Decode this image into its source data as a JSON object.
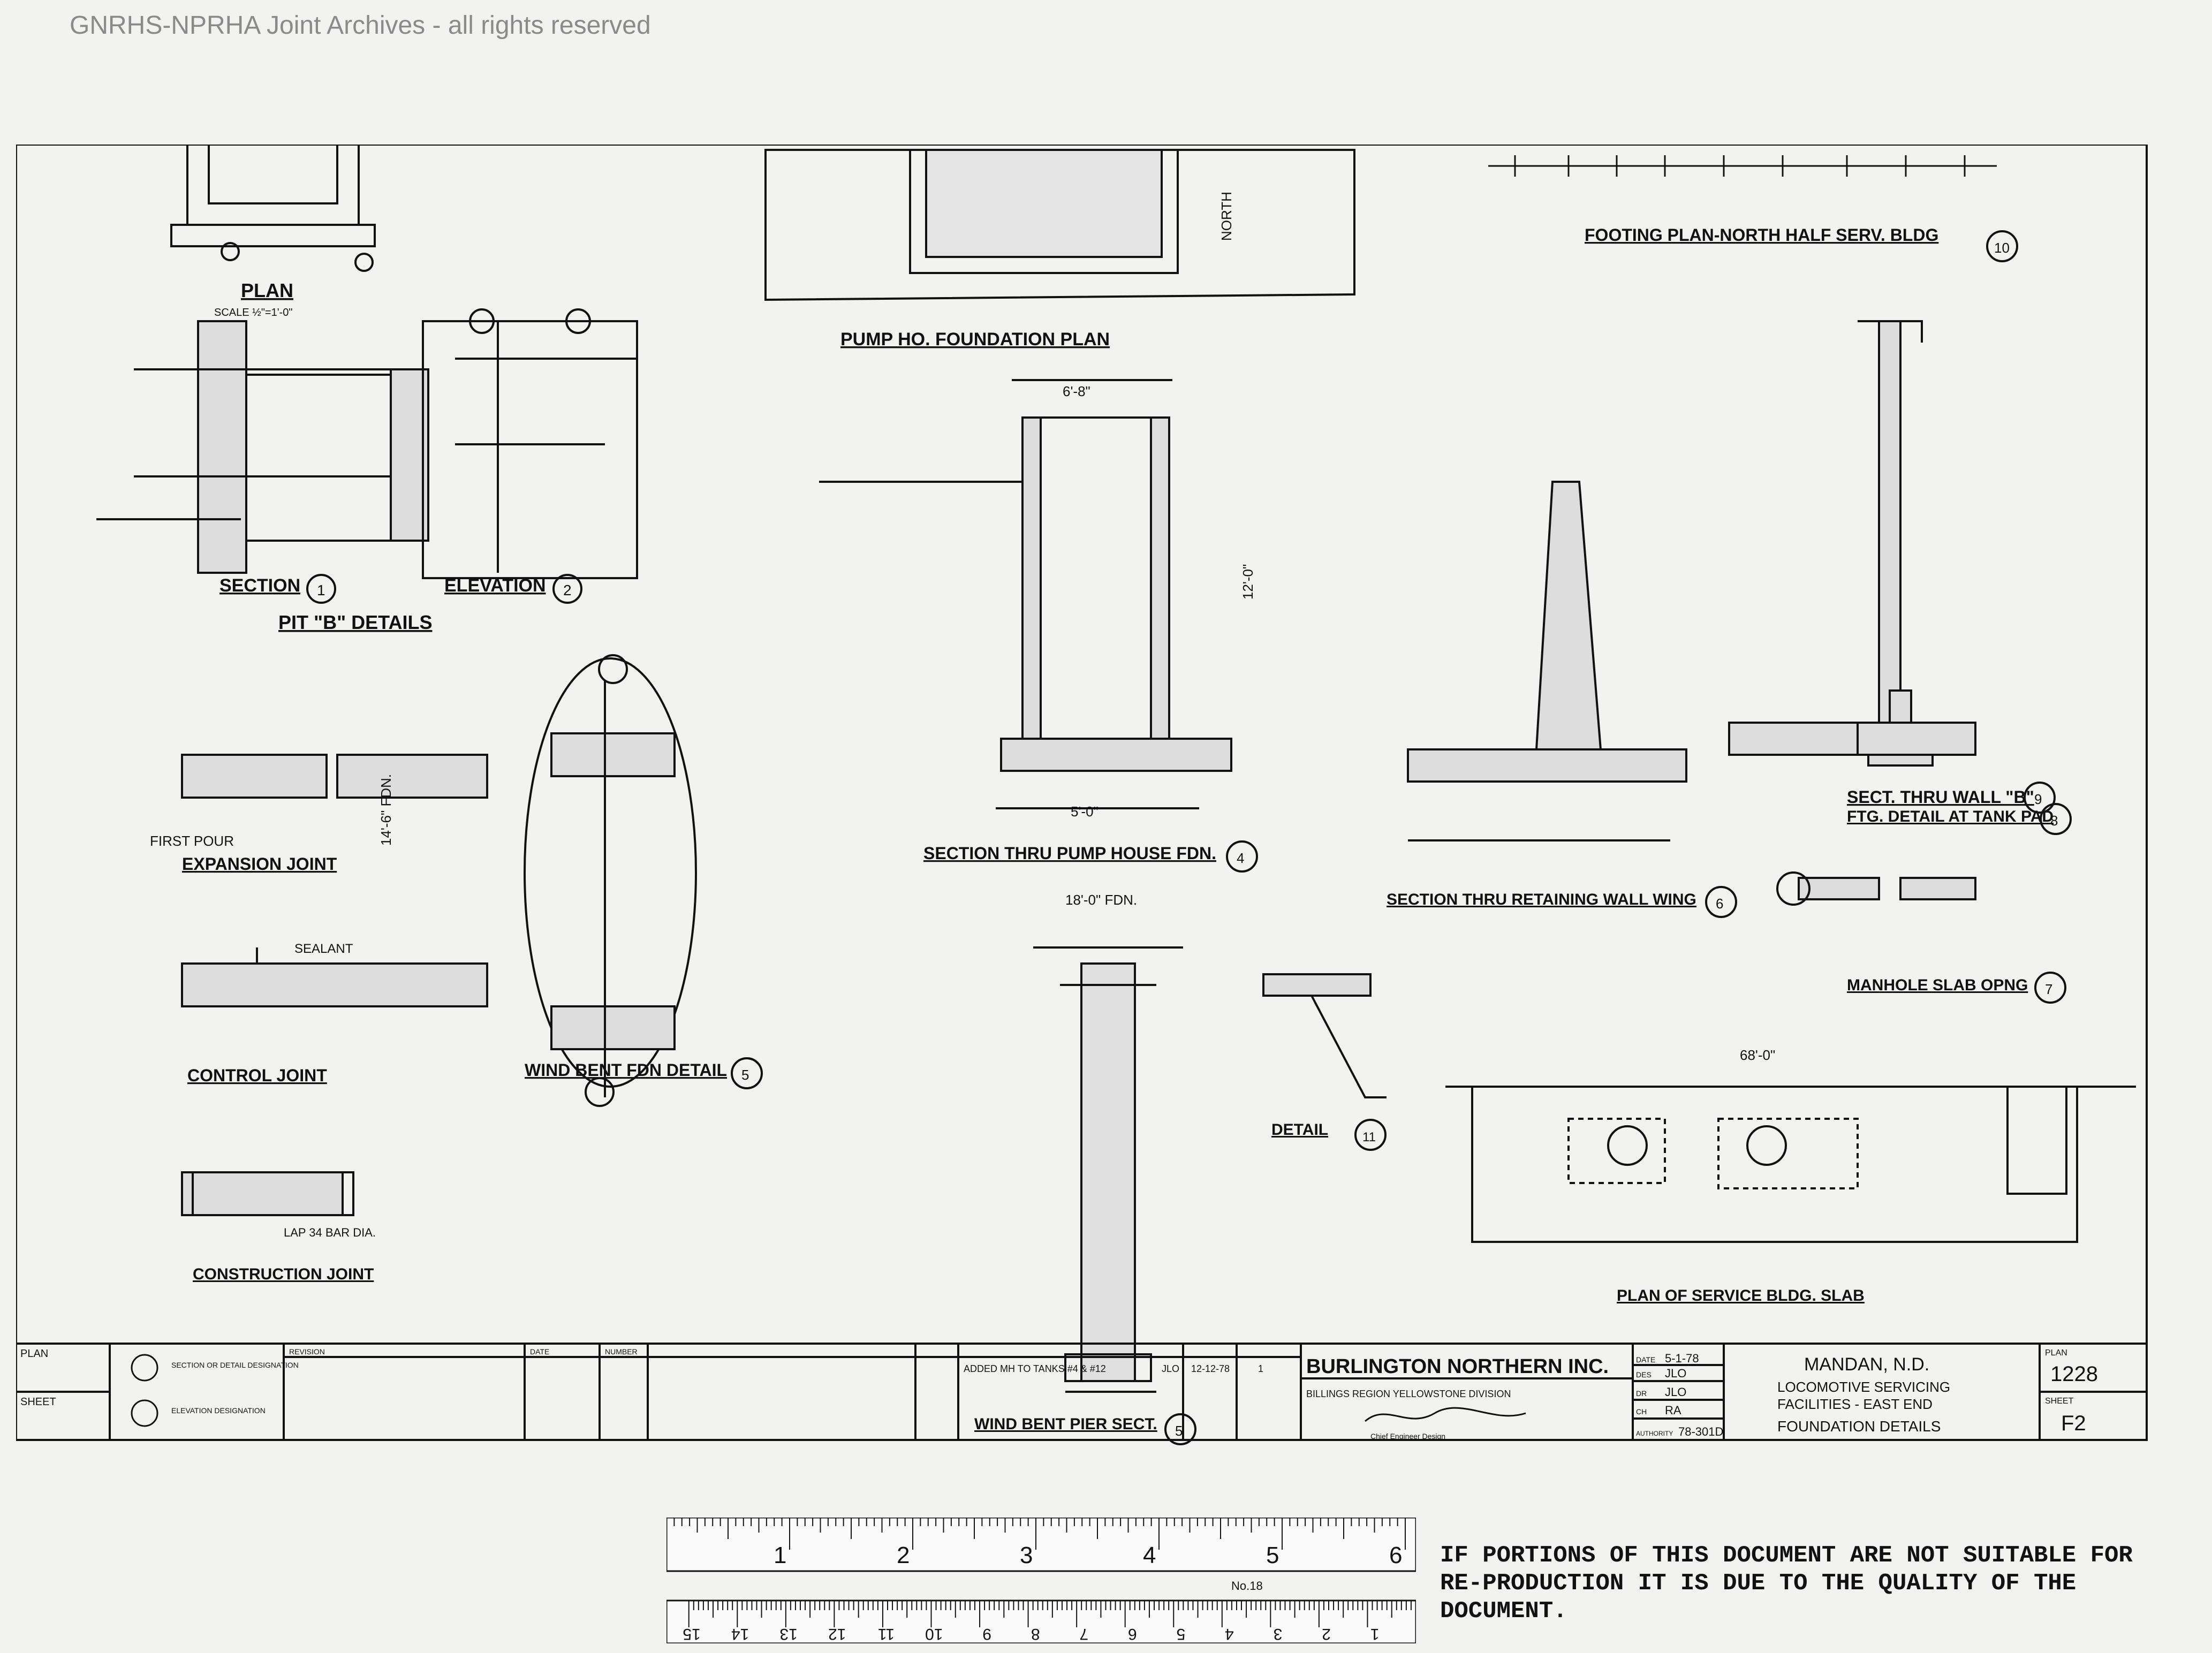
{
  "watermark": "GNRHS-NPRHA Joint Archives - all rights reserved",
  "details": {
    "plan": "PLAN",
    "plan_scale": "SCALE ½\"=1'-0\"",
    "section1": "SECTION",
    "section1_ref": "1",
    "elevation": "ELEVATION",
    "elevation_ref": "2",
    "pit_b": "PIT \"B\" DETAILS",
    "pump_house_plan": "PUMP HO. FOUNDATION PLAN",
    "footing_plan": "FOOTING PLAN-NORTH HALF SERV. BLDG",
    "footing_ref": "10",
    "sect_wall_b": "SECT. THRU WALL \"B\"",
    "sect_wall_b_ref": "9",
    "expansion_joint": "EXPANSION JOINT",
    "control_joint": "CONTROL JOINT",
    "construction_joint": "CONSTRUCTION JOINT",
    "wind_bent_fdn": "WIND BENT FDN DETAIL",
    "wind_bent_fdn_ref": "5",
    "section_pump_house": "SECTION THRU PUMP HOUSE FDN.",
    "section_pump_house_ref": "4",
    "section_retaining_wall": "SECTION THRU RETAINING WALL WING",
    "section_retaining_wall_ref": "6",
    "ftg_tank_pad": "FTG. DETAIL AT TANK PAD",
    "ftg_tank_pad_ref": "8",
    "manhole_slab": "MANHOLE SLAB OPNG",
    "manhole_slab_ref": "7",
    "wind_bent_pier": "WIND BENT PIER SECT.",
    "wind_bent_pier_ref": "5",
    "detail": "DETAIL",
    "detail_ref": "11",
    "plan_service_slab": "PLAN OF SERVICE BLDG. SLAB",
    "north": "NORTH",
    "dim_68": "68'-0\"",
    "dim_14_6": "14'-6\" FDN.",
    "dim_18": "18'-0\" FDN.",
    "dim_6_8": "6'-8\"",
    "dim_5_0": "5'-0\"",
    "dim_12_0": "12'-0\"",
    "note_first_pour": "FIRST POUR",
    "note_sealant": "SEALANT",
    "note_lap": "LAP 34 BAR DIA."
  },
  "title_block": {
    "legend1": "SECTION OR DETAIL DESIGNATION",
    "legend2": "ELEVATION DESIGNATION",
    "revision_header": "REVISION",
    "date_header": "DATE",
    "number_header": "NUMBER",
    "revision_entry": "ADDED MH TO TANKS #4 & #12",
    "revision_by": "JLO",
    "revision_date": "12-12-78",
    "revision_mark": "1",
    "company": "BURLINGTON NORTHERN INC.",
    "region": "BILLINGS REGION YELLOWSTONE DIVISION",
    "chief_engineer": "Chief Engineer Design",
    "date_label": "DATE",
    "date_value": "5-1-78",
    "des_label": "DES",
    "des_value": "JLO",
    "dr_label": "DR",
    "dr_value": "JLO",
    "ch_label": "CH",
    "ch_value": "RA",
    "authority_label": "AUTHORITY",
    "authority_value": "78-301D",
    "project_line1": "MANDAN, N.D.",
    "project_line2": "LOCOMOTIVE SERVICING",
    "project_line3": "FACILITIES - EAST END",
    "project_line4": "FOUNDATION DETAILS",
    "plan_label": "PLAN",
    "plan_number": "1228",
    "sheet_label": "SHEET",
    "sheet_number": "F2",
    "left_plan": "PLAN",
    "left_sheet": "SHEET"
  },
  "ruler": {
    "inches": [
      "1",
      "2",
      "3",
      "4",
      "5",
      "6"
    ],
    "cm": [
      "1",
      "2",
      "3",
      "4",
      "5",
      "6",
      "7",
      "8",
      "9",
      "10",
      "11",
      "12",
      "13",
      "14",
      "15"
    ],
    "label": "No.18"
  },
  "notice": "IF PORTIONS OF THIS DOCUMENT ARE NOT SUITABLE FOR RE-PRODUCTION IT IS DUE TO THE QUALITY OF THE DOCUMENT."
}
